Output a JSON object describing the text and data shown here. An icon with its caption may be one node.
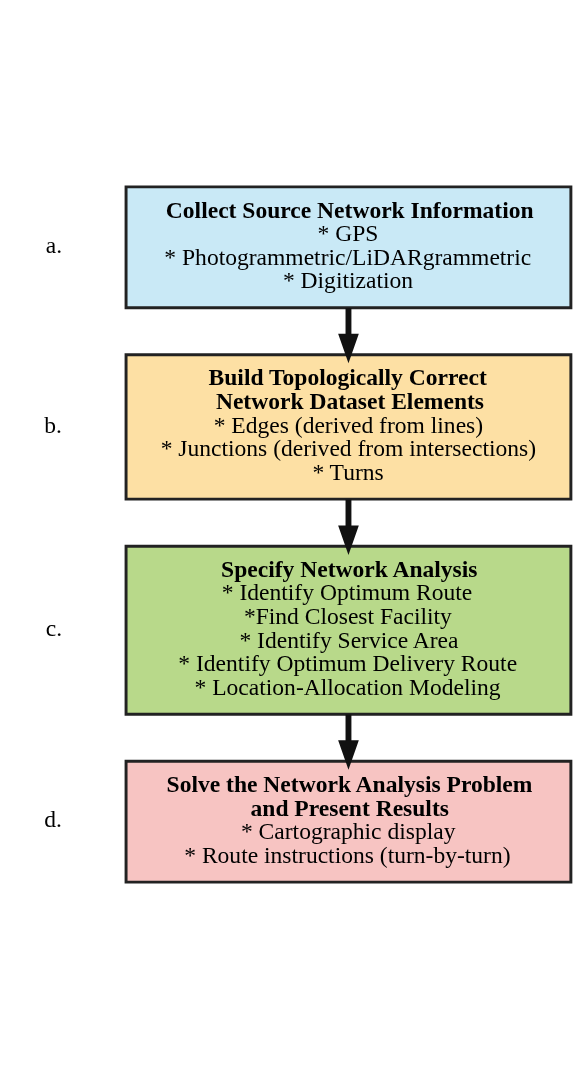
{
  "diagram": {
    "nodes": [
      {
        "text": [
          "Collect Source Network Information",
          "* GPS",
          "* Photogrammetric/LiDARgrammetric",
          "* Digitization"
        ],
        "beside": [
          "a."
        ]
      },
      {
        "text": [
          "Build Topologically Correct Network Dataset Elements",
          "* Edges (derived from lines)",
          "* Junctions (derived from intersections)",
          "* Turns"
        ],
        "beside": [
          "b."
        ]
      },
      {
        "text": [
          "Specify Network Analysis",
          "* Identify Optimum Route",
          "*Find Closest Facility",
          "* Identify Service Area",
          "* Identify Optimum Delivery Route",
          "* Location-Allocation Modeling"
        ],
        "beside": [
          "c."
        ]
      },
      {
        "text": [
          "Solve the Network Analysis Problem and Present Results",
          "* Cartographic display",
          "* Route instructions (turn-by-turn)"
        ],
        "beside": [
          "d."
        ]
      }
    ],
    "edges": [
      {
        "from": 0,
        "to": 1,
        "arrow": "to"
      },
      {
        "from": 1,
        "to": 2,
        "arrow": "to"
      },
      {
        "from": 2,
        "to": 3,
        "arrow": "to"
      }
    ]
  }
}
